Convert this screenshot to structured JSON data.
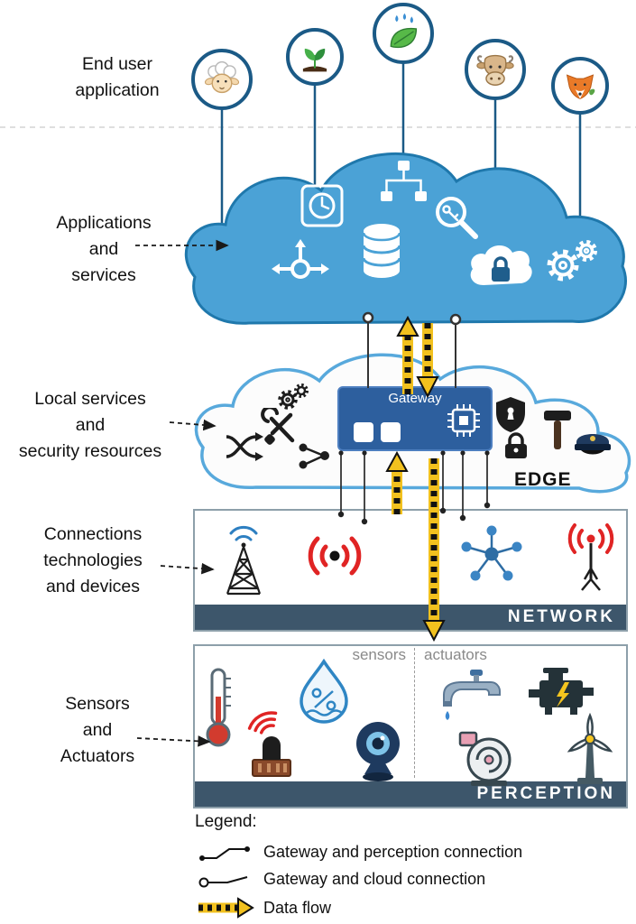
{
  "side_labels": {
    "end_user": [
      "End user",
      "application"
    ],
    "applications": [
      "Applications",
      "and",
      "services"
    ],
    "local_services": [
      "Local services",
      "and",
      "security resources"
    ],
    "connections": [
      "Connections",
      "technologies",
      "and devices"
    ],
    "sensors_actuators": [
      "Sensors",
      "and",
      "Actuators"
    ]
  },
  "edge": {
    "gateway_label": "Gateway",
    "band_label": "EDGE"
  },
  "network": {
    "band_label": "NETWORK"
  },
  "perception": {
    "band_label": "PERCEPTION",
    "sensors_label": "sensors",
    "actuators_label": "actuators"
  },
  "legend": {
    "title": "Legend:",
    "items": [
      {
        "icon": "perception-connection-icon",
        "label": "Gateway and perception connection"
      },
      {
        "icon": "cloud-connection-icon",
        "label": "Gateway and cloud connection"
      },
      {
        "icon": "data-flow-arrow-icon",
        "label": "Data flow"
      }
    ]
  },
  "icons": {
    "end_user_applications": [
      "sheep-icon",
      "seedling-icon",
      "irrigation-icon",
      "cow-icon",
      "fox-icon"
    ],
    "cloud_services": [
      "clock-chart-icon",
      "sitemap-icon",
      "database-icon",
      "key-search-icon",
      "routing-arrows-icon",
      "cloud-lock-icon",
      "gears-icon"
    ],
    "edge_services": [
      "gears-icon",
      "tools-icon",
      "shuffle-icon",
      "share-icon",
      "gateway-chip-icon",
      "shield-icon",
      "lock-icon",
      "hammer-icon",
      "police-cap-icon"
    ],
    "network_devices": [
      "antenna-tower-icon",
      "radio-waves-icon",
      "network-nodes-icon",
      "radio-antenna-icon"
    ],
    "sensors": [
      "thermometer-icon",
      "ir-sensor-icon",
      "humidity-icon",
      "webcam-icon"
    ],
    "actuators": [
      "faucet-icon",
      "engine-icon",
      "pump-icon",
      "wind-turbine-icon"
    ]
  },
  "colors": {
    "cloud_fill": "#4BA2D6",
    "cloud_border": "#1F78AC",
    "edge_cloud_border": "#58A9DC",
    "band_background": "#3D566B",
    "gateway_fill": "#2D5F9E",
    "data_flow_yellow": "#F2C11E",
    "signal_red": "#E02424",
    "node_blue": "#2E6DA4"
  }
}
